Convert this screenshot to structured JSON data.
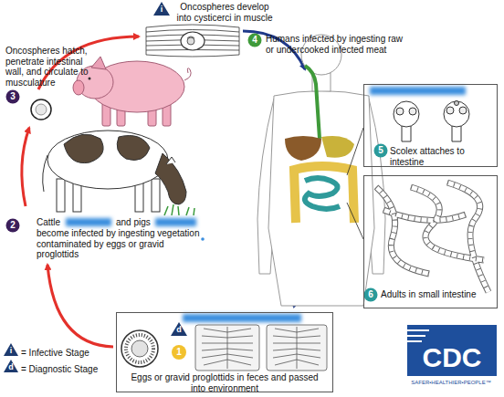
{
  "diagram": {
    "nodes": [
      {
        "text": [
          "Scolex attaches to intestine"
        ]
      },
      {
        "text": [
          "Adults in small intestine"
        ]
      },
      {
        "text": [
          "Eggs or gravid proglottids in feces and passed into environment"
        ]
      }
    ],
    "labels": [
      "i",
      "Oncospheres develop into cysticerci in muscle",
      "4",
      "Humans infected by ingesting raw or undercooked infected meat",
      "Oncospheres hatch, penetrate intestinal wall, and circulate to musculature",
      "3",
      "Cattle",
      "and pigs",
      "become infected by ingesting vegetation contaminated by eggs or gravid proglottids",
      "2",
      "5",
      "6",
      "d",
      "1",
      "i",
      "d",
      "CDC",
      "SAFER•HEALTHIER•PEOPLE™"
    ],
    "legend": [
      {
        "text": "= Infective Stage"
      },
      {
        "text": "= Diagnostic Stage"
      }
    ]
  }
}
